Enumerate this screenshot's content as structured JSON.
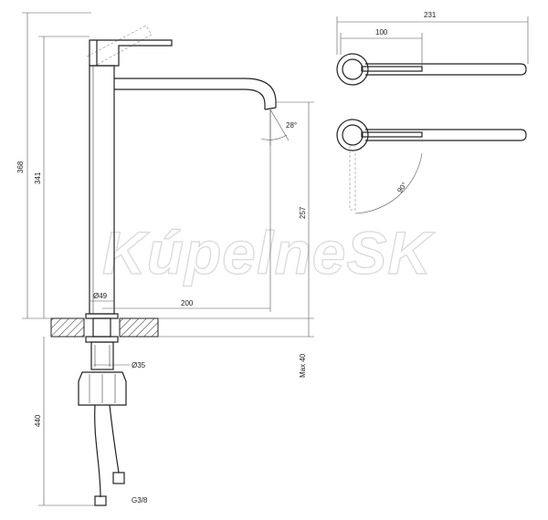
{
  "watermark": "KúpelneSK",
  "dimensions": {
    "width_total": "231",
    "width_lever": "100",
    "angle_spout": "28°",
    "angle_lever": "90°",
    "height_total": "368",
    "height_body": "341",
    "height_spout": "257",
    "reach": "200",
    "diameter_body": "Ø49",
    "diameter_shank": "Ø35",
    "max_thickness": "Max 40",
    "hose_length": "440",
    "thread": "G3/8"
  }
}
